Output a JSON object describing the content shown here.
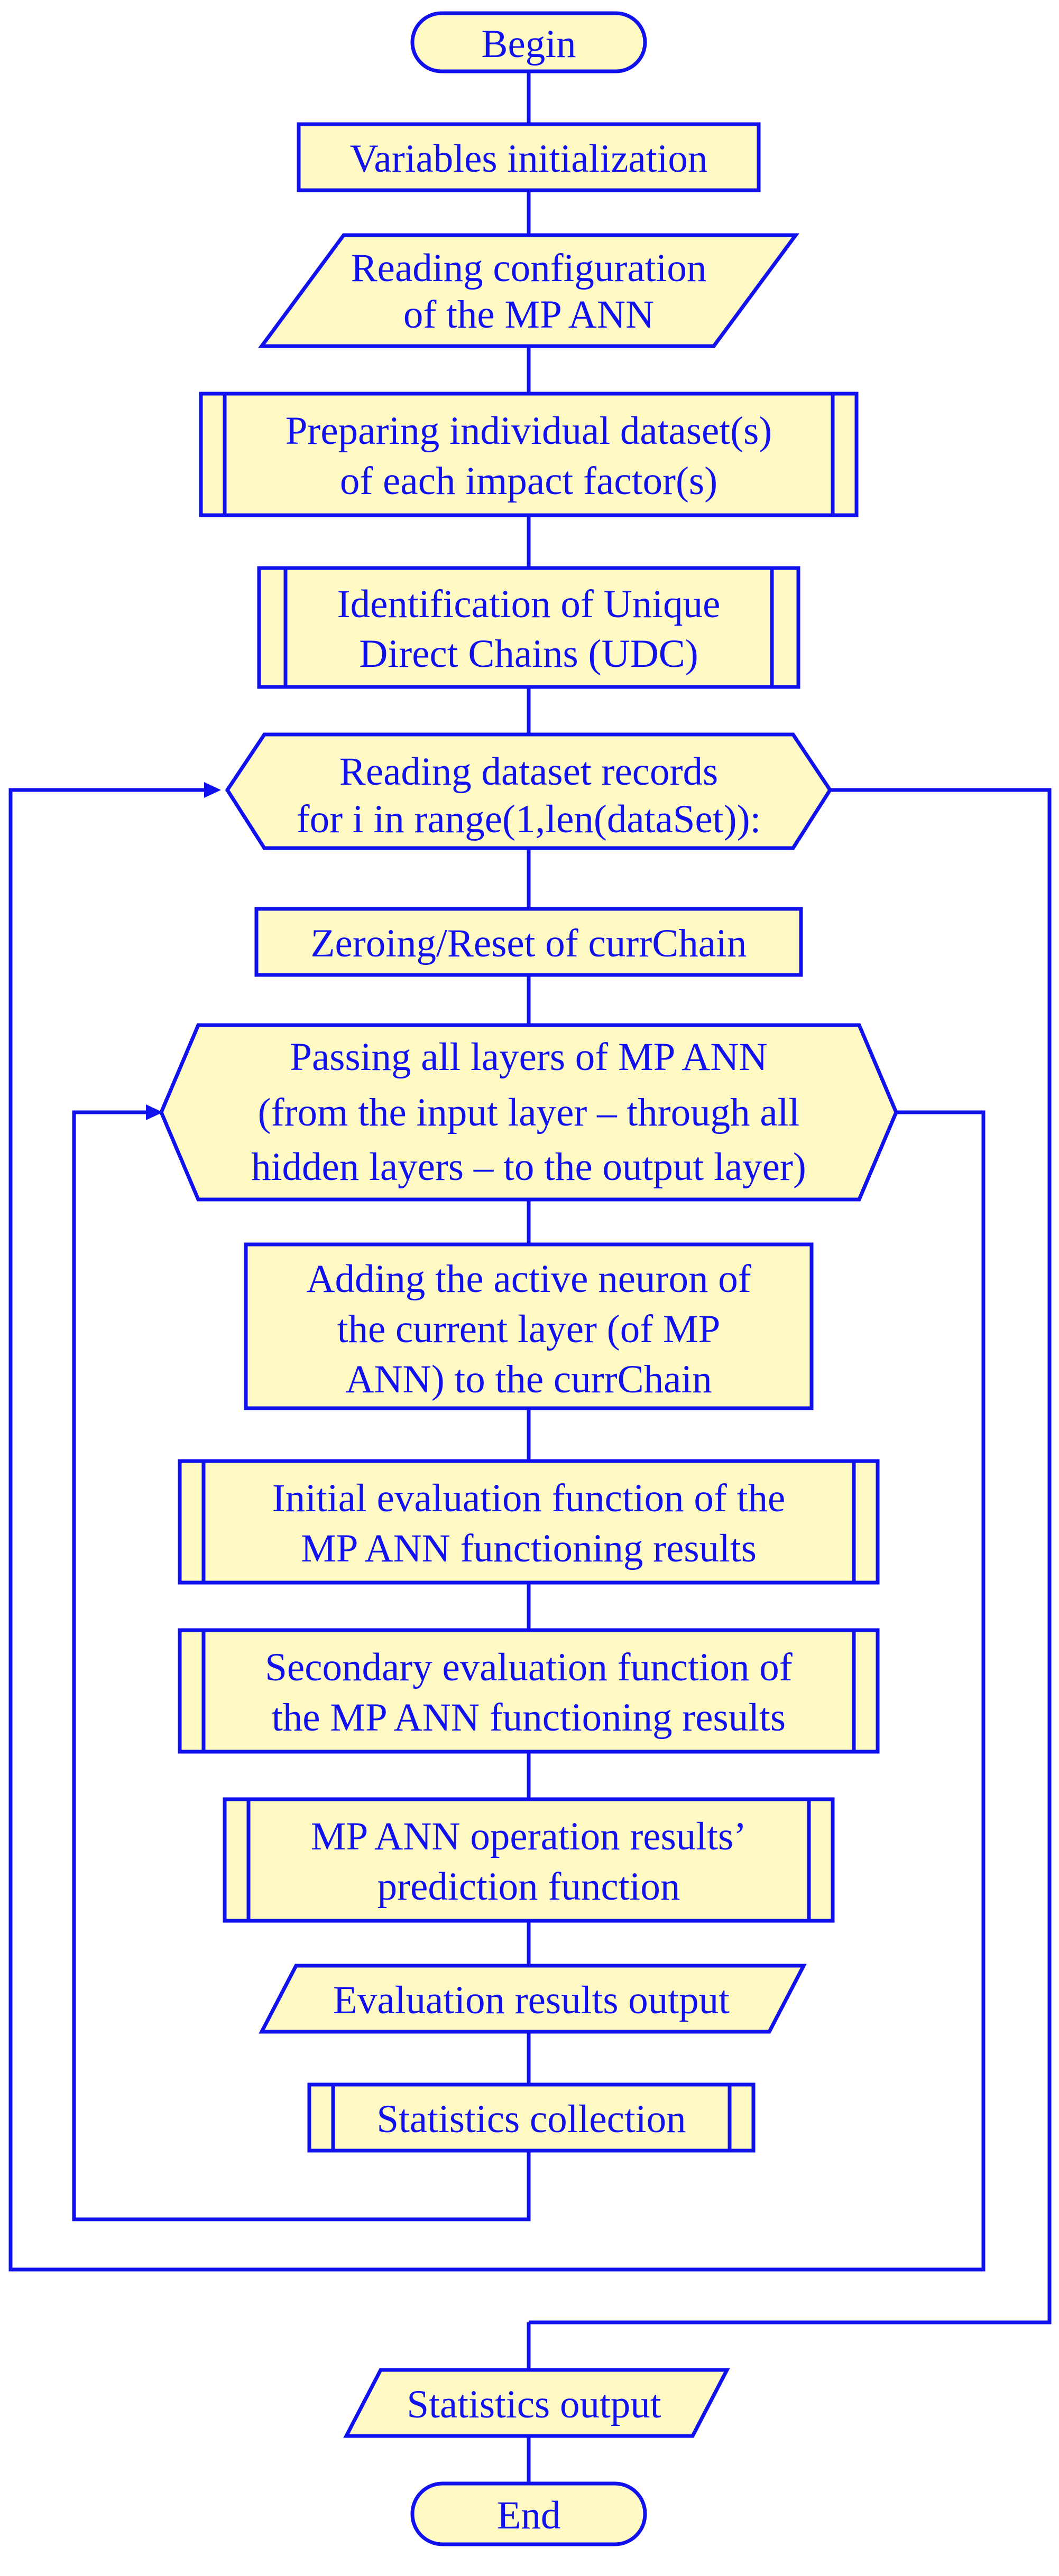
{
  "nodes": {
    "begin": {
      "lines": [
        "Begin"
      ]
    },
    "init": {
      "lines": [
        "Variables initialization"
      ]
    },
    "read_config": {
      "lines": [
        "Reading configuration",
        "of the MP ANN"
      ]
    },
    "prepare_datasets": {
      "lines": [
        "Preparing individual dataset(s)",
        "of each impact factor(s)"
      ]
    },
    "identify_udc": {
      "lines": [
        "Identification of Unique",
        "Direct Chains (UDC)"
      ]
    },
    "read_records": {
      "lines": [
        "Reading dataset records",
        "for i in range(1,len(dataSet)):"
      ]
    },
    "reset_chain": {
      "lines": [
        "Zeroing/Reset of currChain"
      ]
    },
    "pass_layers": {
      "lines": [
        "Passing all layers of MP ANN",
        "(from the input layer – through all",
        "hidden layers – to the output layer)"
      ]
    },
    "add_neuron": {
      "lines": [
        "Adding the active neuron of",
        "the current layer (of MP",
        "ANN) to the currChain"
      ]
    },
    "initial_eval": {
      "lines": [
        "Initial evaluation function of the",
        "MP ANN functioning results"
      ]
    },
    "secondary_eval": {
      "lines": [
        "Secondary evaluation function of",
        "the MP ANN functioning results"
      ]
    },
    "prediction": {
      "lines": [
        "MP ANN operation results’",
        "prediction function"
      ]
    },
    "eval_output": {
      "lines": [
        "Evaluation results output"
      ]
    },
    "stats_collection": {
      "lines": [
        "Statistics collection"
      ]
    },
    "stats_output": {
      "lines": [
        "Statistics output"
      ]
    },
    "end": {
      "lines": [
        "End"
      ]
    }
  }
}
